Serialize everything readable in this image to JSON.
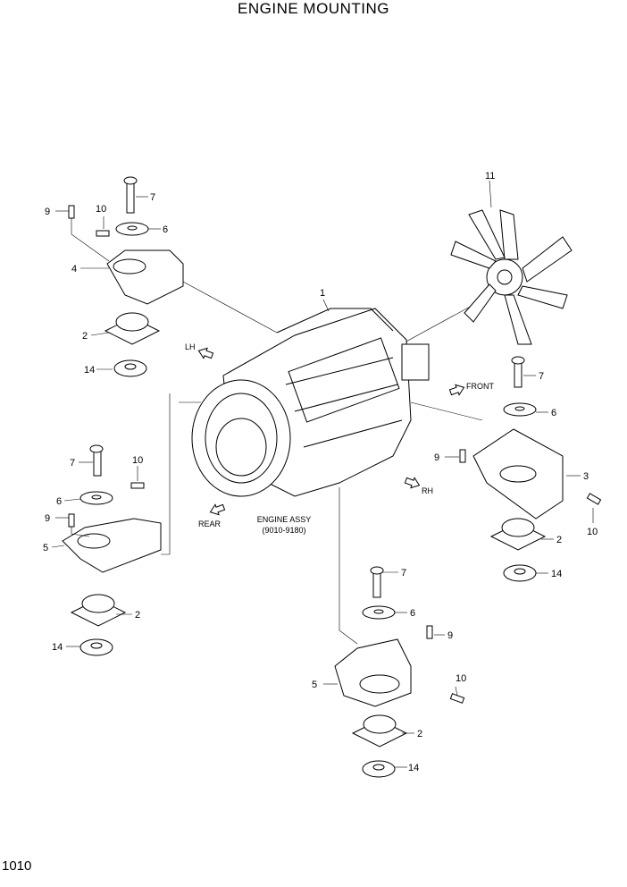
{
  "title": "ENGINE MOUNTING",
  "page_number": "1010",
  "engine": {
    "label": "ENGINE ASSY",
    "sub": "(9010-9180)"
  },
  "directions": {
    "lh": "LH",
    "front": "FRONT",
    "rear": "REAR",
    "rh": "RH"
  },
  "callouts": {
    "c1": "1",
    "c2": "2",
    "c3": "3",
    "c4": "4",
    "c5": "5",
    "c6": "6",
    "c7": "7",
    "c9": "9",
    "c10": "10",
    "c11": "11",
    "c14": "14"
  }
}
